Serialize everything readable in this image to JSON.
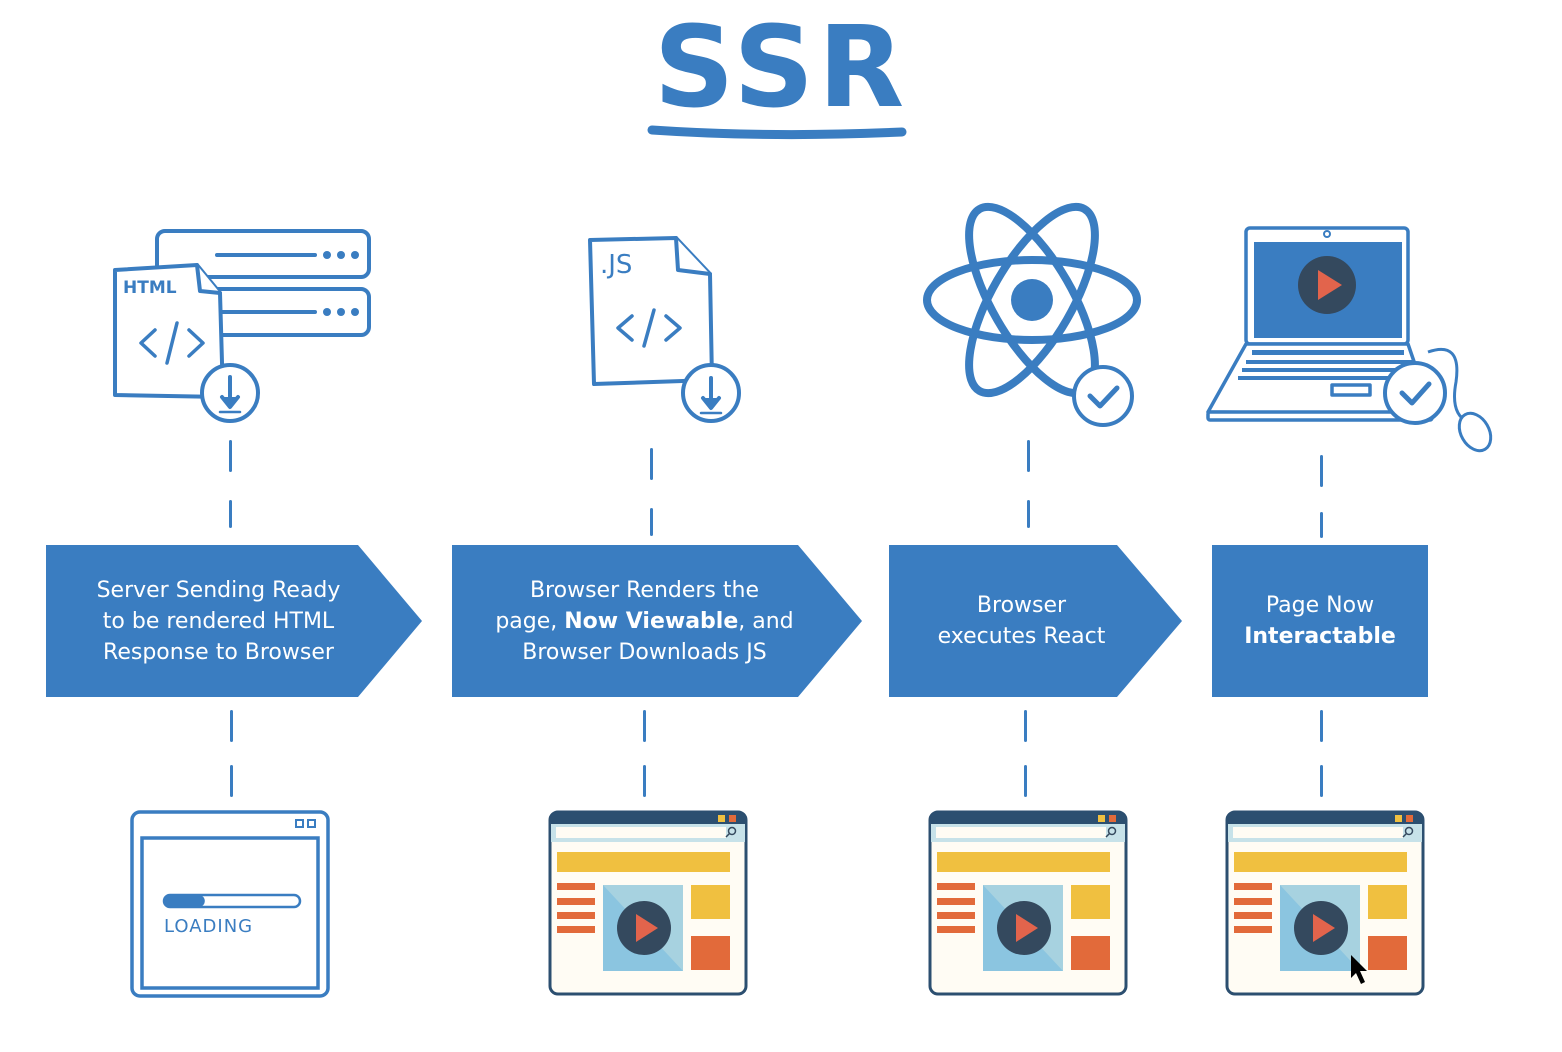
{
  "title": "SSR",
  "colors": {
    "primary_blue": "#3a7dc1",
    "dark_navy": "#34495e",
    "play_orange": "#e2644c",
    "yellow": "#f0c040",
    "orange": "#e26a3a",
    "light_blue": "#a7d2e0",
    "page_bg": "#fffcf4"
  },
  "steps": [
    {
      "id": "server-sending",
      "icon": "html-server-download-icon",
      "icon_label": "HTML",
      "text_lines": [
        "Server Sending Ready",
        "to be rendered HTML",
        "Response to Browser"
      ],
      "result": "loading-browser",
      "result_label": "LOADING",
      "loading_progress": 0.3
    },
    {
      "id": "browser-renders",
      "icon": "js-file-download-icon",
      "icon_label": ".JS",
      "text_before": "Browser Renders the",
      "text_line2_pre": "page, ",
      "text_line2_bold": "Now Viewable",
      "text_line2_post": ", and",
      "text_line3": "Browser Downloads JS",
      "result": "rendered-page"
    },
    {
      "id": "executes-react",
      "icon": "react-atom-check-icon",
      "text_lines": [
        "Browser",
        "executes React"
      ],
      "result": "rendered-page"
    },
    {
      "id": "page-interactable",
      "icon": "laptop-check-icon",
      "text_line1": "Page Now",
      "text_bold": "Interactable",
      "result": "rendered-page-with-cursor"
    }
  ]
}
